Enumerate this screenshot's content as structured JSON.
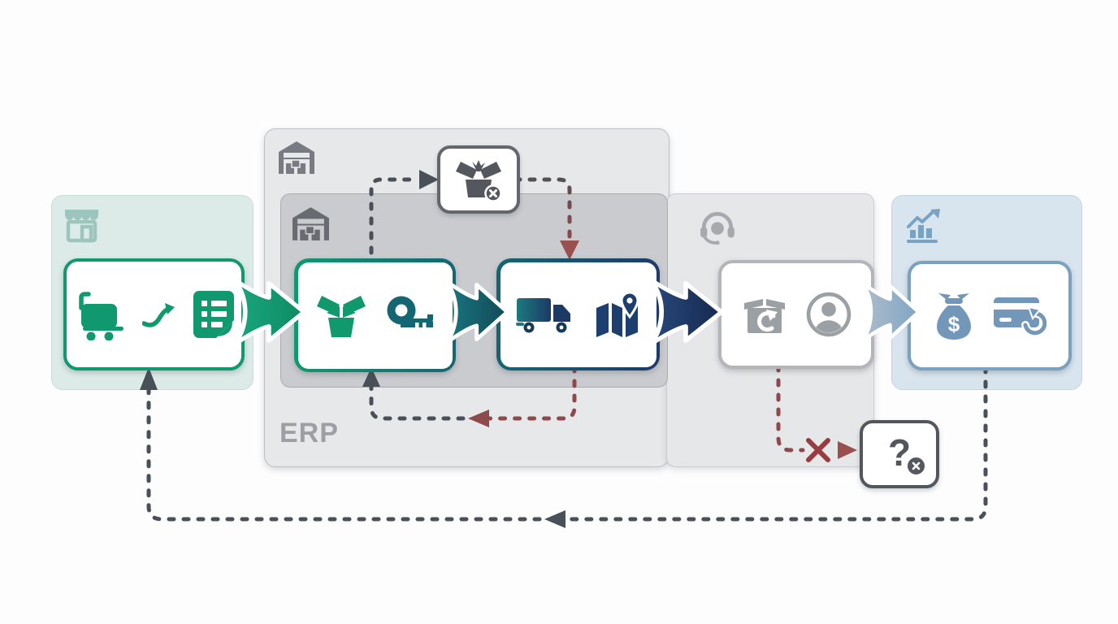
{
  "labels": {
    "erp": "ERP",
    "question": "?",
    "dollar": "$"
  },
  "panels": [
    {
      "id": "storefront-channel",
      "icon": "storefront-icon",
      "color": "#dcebe7"
    },
    {
      "id": "erp-system",
      "icon": "warehouse-icon",
      "label": "ERP",
      "color": "#e7e8ea"
    },
    {
      "id": "warehouse-zone",
      "icon": "warehouse-icon",
      "color": "#c9cbcf"
    },
    {
      "id": "customer-service",
      "icon": "headset-icon",
      "color": "#e6e7e9"
    },
    {
      "id": "analytics-finance",
      "icon": "chart-growth-icon",
      "color": "#d9e5ee"
    }
  ],
  "nodes": [
    {
      "id": "order-capture",
      "icons": [
        "shopping-cart-icon",
        "curve-arrow-icon",
        "order-document-icon"
      ],
      "border": "#10996e"
    },
    {
      "id": "pick-pack",
      "icons": [
        "open-box-icon",
        "tape-measure-icon"
      ],
      "border": "#0f9a6e → #136672"
    },
    {
      "id": "ship-track",
      "icons": [
        "delivery-truck-icon",
        "map-pin-icon"
      ],
      "border": "#136672 → #1e3a69"
    },
    {
      "id": "returns-support",
      "icons": [
        "return-box-icon",
        "customer-icon"
      ],
      "border": "#b2b6bb"
    },
    {
      "id": "refund-finance",
      "icons": [
        "money-bag-icon",
        "card-refund-icon"
      ],
      "border": "#7ba1c1"
    },
    {
      "id": "damaged-package",
      "icons": [
        "damaged-box-icon"
      ],
      "border": "#63676d"
    },
    {
      "id": "lost-package",
      "icons": [
        "question-icon"
      ],
      "border": "#53575d"
    }
  ],
  "connectors": [
    {
      "from": "pick-pack",
      "to": "damaged-package",
      "style": "dashed",
      "color": "#4a5057"
    },
    {
      "from": "damaged-package",
      "to": "ship-track",
      "style": "dashed",
      "color": "#4a5057 → #8e4a4b"
    },
    {
      "from": "ship-track",
      "to": "pick-pack",
      "style": "dashed",
      "color": "#8e4a4b → #4a5057"
    },
    {
      "from": "returns-support",
      "to": "lost-package",
      "style": "dashed-with-x",
      "color": "#8e4a4b"
    },
    {
      "from": "refund-finance",
      "to": "order-capture",
      "style": "dashed",
      "color": "#4a5057"
    },
    {
      "from": "order-capture",
      "to": "pick-pack",
      "style": "solid-arrow",
      "color": "#149a72"
    },
    {
      "from": "pick-pack",
      "to": "ship-track",
      "style": "solid-arrow",
      "color": "#16626e"
    },
    {
      "from": "ship-track",
      "to": "returns-support",
      "style": "solid-arrow",
      "color": "#1e3a69"
    },
    {
      "from": "returns-support",
      "to": "refund-finance",
      "style": "solid-arrow",
      "color": "#8fabc6"
    }
  ],
  "colors": {
    "stage_green": "#10996e",
    "stage_teal": "#136672",
    "stage_navy": "#1e3a69",
    "stage_gray": "#9ba0a5",
    "stage_steelblue": "#7397b9",
    "dash_gray": "#4a5057",
    "dash_maroon": "#8e4a4b"
  }
}
